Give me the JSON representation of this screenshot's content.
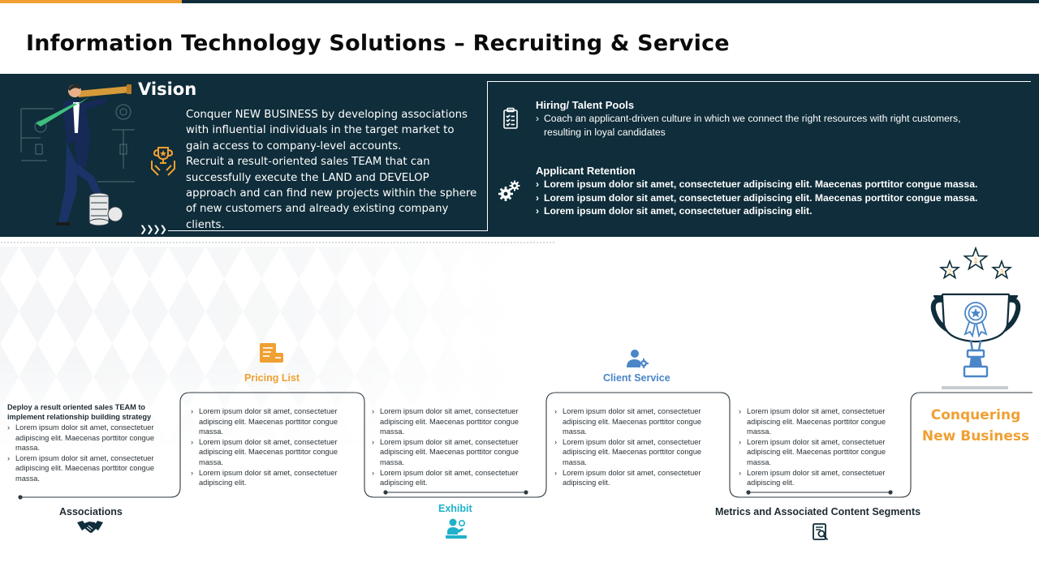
{
  "page": {
    "title": "Information Technology Solutions – Recruiting & Service"
  },
  "vision": {
    "title": "Vision",
    "paragraphs": [
      "Conquer NEW BUSINESS by developing associations with influential individuals in the target market to gain access to company-level accounts.",
      "Recruit a result-oriented sales TEAM that can successfully execute the LAND and DEVELOP approach and can find new projects within the sphere of new customers and already existing company clients."
    ]
  },
  "right_panel": {
    "hiring": {
      "heading": "Hiring/ Talent Pools",
      "lines": [
        "Coach an applicant-driven culture in which we connect the right resources with right customers,",
        "resulting in loyal candidates"
      ]
    },
    "retention": {
      "heading": "Applicant Retention",
      "items": [
        "Lorem ipsum dolor sit amet, consectetuer adipiscing elit. Maecenas porttitor congue massa.",
        "Lorem ipsum dolor sit amet, consectetuer adipiscing elit. Maecenas porttitor congue massa.",
        "Lorem ipsum dolor sit amet, consectetuer adipiscing elit."
      ]
    }
  },
  "stages": {
    "associations": {
      "label": "Associations",
      "heading": "Deploy a result oriented sales TEAM to implement relationship building strategy",
      "items": [
        [
          "Lorem ipsum dolor sit amet, consectetuer",
          "adipiscing elit. Maecenas porttitor congue",
          "massa."
        ],
        [
          "Lorem ipsum dolor sit amet, consectetuer",
          "adipiscing elit. Maecenas porttitor congue",
          "massa."
        ]
      ]
    },
    "pricing": {
      "label": "Pricing List",
      "items": [
        [
          "Lorem ipsum dolor sit amet, consectetuer",
          "adipiscing elit. Maecenas porttitor congue",
          "massa."
        ],
        [
          "Lorem ipsum dolor sit amet, consectetuer",
          "adipiscing elit. Maecenas porttitor congue",
          "massa."
        ],
        [
          "Lorem ipsum dolor sit amet, consectetuer",
          "adipiscing elit."
        ]
      ]
    },
    "exhibit": {
      "label": "Exhibit",
      "items": [
        [
          "Lorem ipsum dolor sit amet, consectetuer",
          "adipiscing elit. Maecenas porttitor congue",
          "massa."
        ],
        [
          "Lorem ipsum dolor sit amet, consectetuer",
          "adipiscing elit. Maecenas porttitor congue",
          "massa."
        ],
        [
          "Lorem ipsum dolor sit amet, consectetuer",
          "adipiscing elit."
        ]
      ]
    },
    "client_service": {
      "label": "Client Service",
      "items": [
        [
          "Lorem ipsum dolor sit amet, consectetuer",
          "adipiscing elit. Maecenas porttitor congue",
          "massa."
        ],
        [
          "Lorem ipsum dolor sit amet, consectetuer",
          "adipiscing elit. Maecenas porttitor congue",
          "massa."
        ],
        [
          "Lorem ipsum dolor sit amet, consectetuer",
          "adipiscing elit."
        ]
      ]
    },
    "metrics": {
      "label": "Metrics and Associated Content Segments",
      "items": [
        [
          "Lorem ipsum dolor sit amet, consectetuer",
          "adipiscing elit. Maecenas porttitor congue",
          "massa."
        ],
        [
          "Lorem ipsum dolor sit amet, consectetuer",
          "adipiscing elit. Maecenas porttitor congue",
          "massa."
        ],
        [
          "Lorem ipsum dolor sit amet, consectetuer",
          "adipiscing elit."
        ]
      ]
    }
  },
  "goal": {
    "line1": "Conquering",
    "line2": "New Business",
    "stars": [
      "1",
      "2",
      "3"
    ]
  },
  "icons": {
    "vision": "businessman-telescope-illustration",
    "trophy_hands": "trophy-hands-icon",
    "hiring": "clipboard-checklist-icon",
    "retention": "gears-icon",
    "associations": "handshake-icon",
    "pricing": "price-list-icon",
    "exhibit": "person-presenting-icon",
    "client_service": "user-gear-icon",
    "metrics": "report-magnifier-icon",
    "goal": "trophy-icon"
  },
  "colors": {
    "band": "#0f2d3a",
    "accent_orange": "#f0a032",
    "accent_blue": "#4a86c8",
    "accent_teal": "#1fb1c9",
    "text_dark": "#1e2b33"
  }
}
